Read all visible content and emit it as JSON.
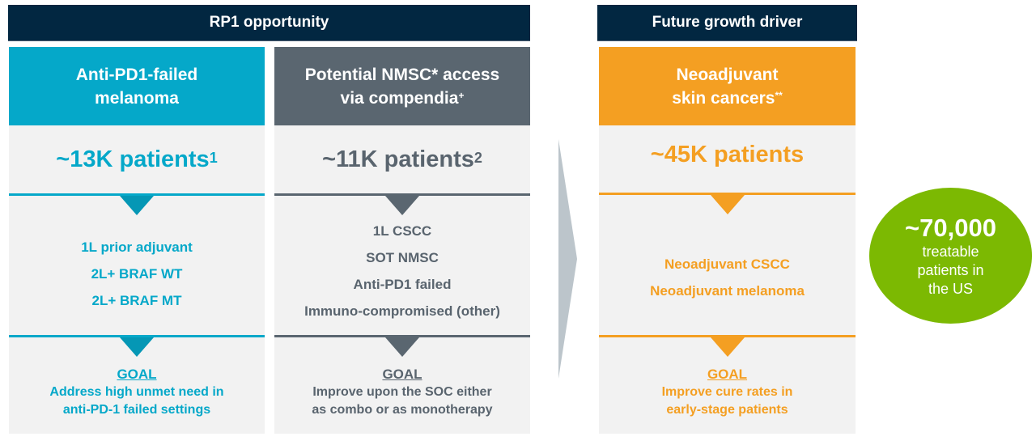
{
  "headers": {
    "left": "RP1 opportunity",
    "right": "Future growth driver"
  },
  "colors": {
    "navy": "#022741",
    "blue": "#05a8c9",
    "gray": "#5a6670",
    "orange": "#f49f22",
    "green": "#7cb902",
    "panel_bg": "#f2f2f2",
    "arrow": "#bcc5cb"
  },
  "columns": [
    {
      "title_line1": "Anti-PD1-failed",
      "title_line2": "melanoma",
      "title_sup": "",
      "stat": "~13K patients",
      "stat_sup": "1",
      "items": [
        "1L prior adjuvant",
        "2L+ BRAF WT",
        "2L+ BRAF MT"
      ],
      "goal_label": "GOAL",
      "goal_line1": "Address high unmet need in",
      "goal_line2": "anti-PD-1 failed settings"
    },
    {
      "title_line1": "Potential NMSC* access",
      "title_line2": "via compendia",
      "title_sup": "+",
      "stat": "~11K patients",
      "stat_sup": "2",
      "items": [
        "1L CSCC",
        "SOT NMSC",
        "Anti-PD1 failed",
        "Immuno-compromised (other)"
      ],
      "goal_label": "GOAL",
      "goal_line1": "Improve upon the SOC either",
      "goal_line2": "as combo or as monotherapy"
    },
    {
      "title_line1": "Neoadjuvant",
      "title_line2": "skin cancers",
      "title_sup": "**",
      "stat": "~45K patients",
      "stat_sup": "",
      "items": [
        "Neoadjuvant CSCC",
        "Neoadjuvant melanoma"
      ],
      "goal_label": "GOAL",
      "goal_line1": "Improve cure rates in",
      "goal_line2": "early-stage patients"
    }
  ],
  "total": {
    "value": "~70,000",
    "line1": "treatable",
    "line2": "patients in",
    "line3": "the US"
  }
}
